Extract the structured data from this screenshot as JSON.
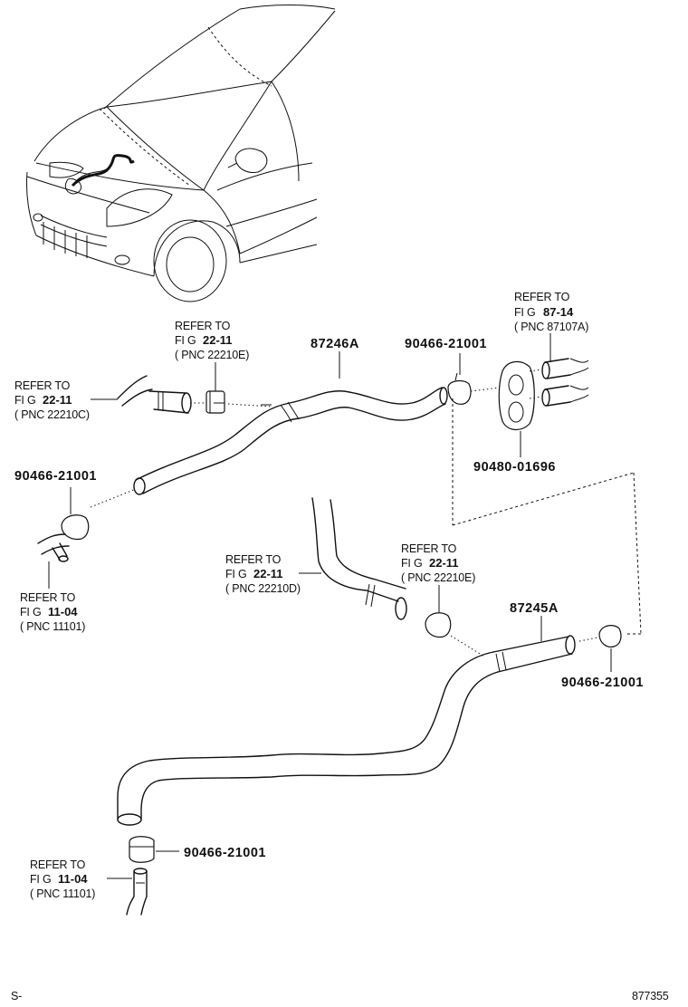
{
  "parts": {
    "hose_upper": "87246A",
    "hose_lower": "87245A",
    "clamp_upper_right": "90466-21001",
    "clamp_upper_left": "90466-21001",
    "clamp_lower_right": "90466-21001",
    "clamp_lower_bottom": "90466-21001",
    "grommet": "90480-01696"
  },
  "refs": {
    "ref_a": {
      "line1": "REFER TO",
      "fig_prefix": "FI G",
      "fig": "22-11",
      "pnc": "( PNC 22210E)"
    },
    "ref_b": {
      "line1": "REFER TO",
      "fig_prefix": "FI G",
      "fig": "22-11",
      "pnc": "( PNC 22210C)"
    },
    "ref_c": {
      "line1": "REFER TO",
      "fig_prefix": "FI G",
      "fig": "87-14",
      "pnc": "( PNC 87107A)"
    },
    "ref_d": {
      "line1": "REFER TO",
      "fig_prefix": "FI G",
      "fig": "11-04",
      "pnc": "( PNC 11101)"
    },
    "ref_e": {
      "line1": "REFER TO",
      "fig_prefix": "FI G",
      "fig": "22-11",
      "pnc": "( PNC 22210D)"
    },
    "ref_f": {
      "line1": "REFER TO",
      "fig_prefix": "FI G",
      "fig": "22-11",
      "pnc": "( PNC 22210E)"
    },
    "ref_g": {
      "line1": "REFER TO",
      "fig_prefix": "FI G",
      "fig": "11-04",
      "pnc": "( PNC 11101)"
    }
  },
  "footer": {
    "left": "S-",
    "right": "877355"
  }
}
